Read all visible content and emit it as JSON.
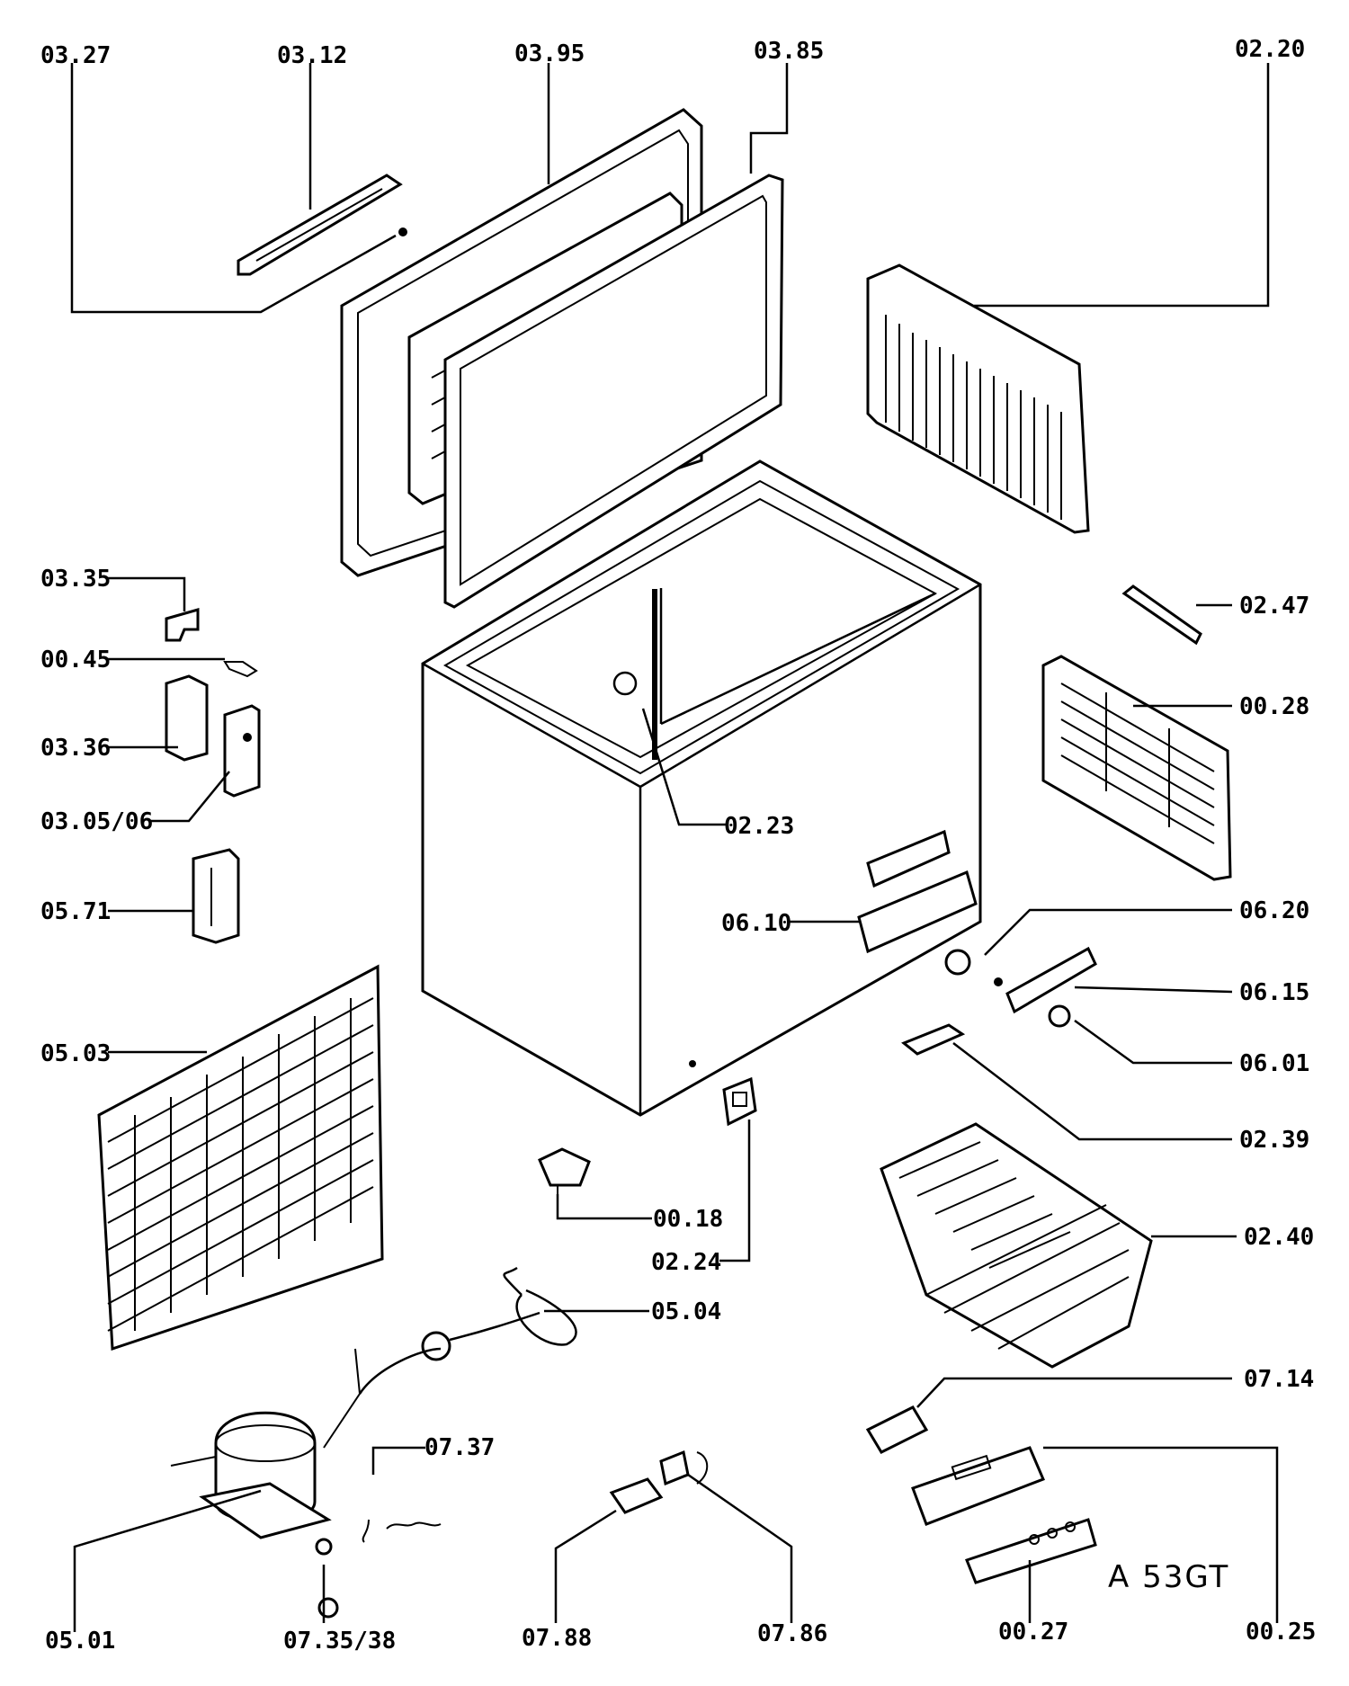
{
  "model_code": "A 53GT",
  "callouts": {
    "c0327": "03.27",
    "c0312": "03.12",
    "c0395": "03.95",
    "c0385": "03.85",
    "c0220": "02.20",
    "c0335": "03.35",
    "c0045": "00.45",
    "c0336": "03.36",
    "c030506": "03.05/06",
    "c0571": "05.71",
    "c0247": "02.47",
    "c0028": "00.28",
    "c0223": "02.23",
    "c0610": "06.10",
    "c0620": "06.20",
    "c0615": "06.15",
    "c0601": "06.01",
    "c0503": "05.03",
    "c0239": "02.39",
    "c0018": "00.18",
    "c0224": "02.24",
    "c0240": "02.40",
    "c0504": "05.04",
    "c0714": "07.14",
    "c0737": "07.37",
    "c0501": "05.01",
    "c073538": "07.35/38",
    "c0788": "07.88",
    "c0786": "07.86",
    "c0027": "00.27",
    "c0025": "00.25"
  }
}
